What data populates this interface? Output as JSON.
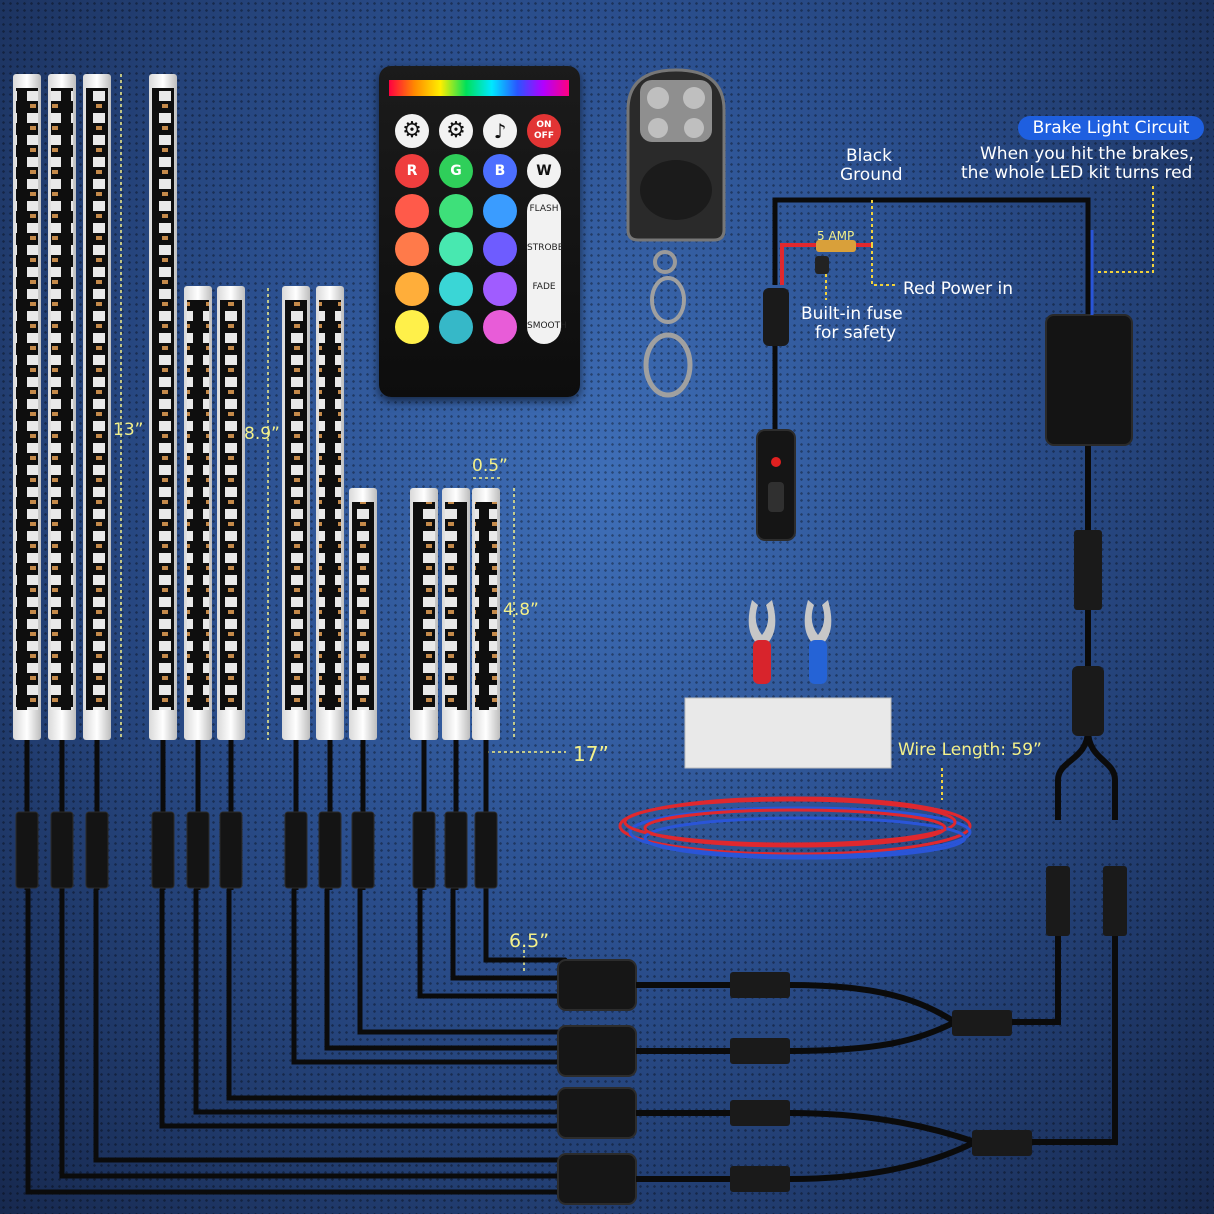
{
  "labels": {
    "brake_title": "Brake Light Circuit",
    "brake_desc_1": "When you hit the brakes,",
    "brake_desc_2": "the whole LED kit turns red",
    "black_ground_1": "Black",
    "black_ground_2": "Ground",
    "fuse_rating": "5 AMP",
    "red_power": "Red Power in",
    "fuse_1": "Built-in fuse",
    "fuse_2": "for safety",
    "wire_length": "Wire Length: 59”"
  },
  "dimensions": {
    "long_strip": "13”",
    "mid_strip": "8.9”",
    "short_strip": "4.8”",
    "strip_width": "0.5”",
    "cable": "17”",
    "splitter": "6.5”"
  },
  "remote": {
    "on_off": [
      "ON",
      "OFF"
    ],
    "color_keys": [
      "R",
      "G",
      "B",
      "W"
    ],
    "modes": [
      "FLASH",
      "STROBE",
      "FADE",
      "SMOOTH"
    ],
    "icons": [
      "gear-icon",
      "gear-icon",
      "music-note-icon"
    ]
  },
  "colors": {
    "dimension": "#f3f08a",
    "badge": "#1e5fe0",
    "wire_red": "#e0282e",
    "wire_blue": "#2a55d8"
  }
}
